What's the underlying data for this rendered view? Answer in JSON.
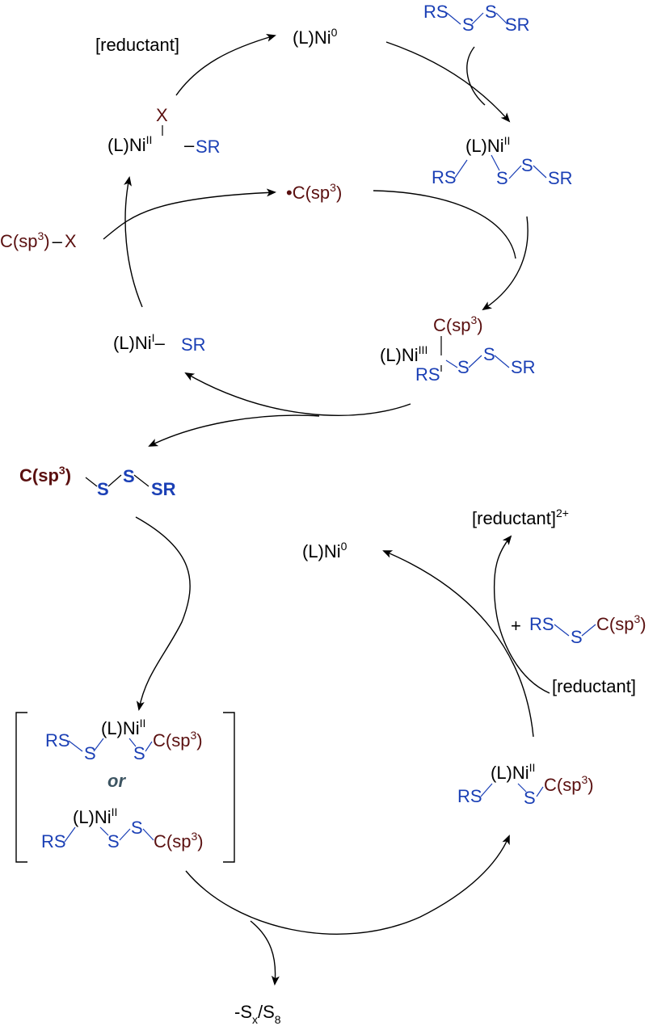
{
  "colors": {
    "black": "#000000",
    "blue": "#1a3fb5",
    "brown": "#5a1010",
    "or": "#3d5562"
  },
  "labels": {
    "ni0_top": "(L)Ni",
    "ni0_top_sup": "0",
    "reductant_top": "[reductant]",
    "trisulfide": {
      "rs": "RS",
      "s1": "S",
      "s2": "S",
      "sr": "SR"
    },
    "niII_top": {
      "l": "(L)Ni",
      "sup": "II",
      "rs": "RS",
      "s1": "S",
      "s2": "S",
      "sr": "SR"
    },
    "radical": {
      "main": "•C(sp",
      "sup": "3",
      "close": ")"
    },
    "alkyl_halide": {
      "main": "C(sp",
      "sup": "3",
      "close": ")",
      "dash": "–",
      "x": "X"
    },
    "niII_x": {
      "x": "X",
      "l": "(L)Ni",
      "sup": "II",
      "dash": "–",
      "sr": "SR"
    },
    "niI": {
      "l": "(L)Ni",
      "sup": "I",
      "dash": "–",
      "sr": "SR"
    },
    "niIII": {
      "csp": "C(sp",
      "sup": "3",
      "close": ")",
      "l": "(L)Ni",
      "supIII": "III",
      "rs": "RS",
      "s1": "S",
      "s2": "S",
      "sr": "SR"
    },
    "product": {
      "csp": "C(sp",
      "sup": "3",
      "close": ")",
      "s1": "S",
      "s2": "S",
      "sr": "SR"
    },
    "ni0_bot": "(L)Ni",
    "ni0_bot_sup": "0",
    "reductant2": {
      "main": "[reductant]",
      "sup": "2+"
    },
    "plus_reagent": {
      "plus": "+",
      "rs": "RS",
      "s": "S",
      "csp": "C(sp",
      "sup": "3",
      "close": ")"
    },
    "reductant_bot": "[reductant]",
    "bracket_a": {
      "rs": "RS",
      "s1": "S",
      "l": "(L)Ni",
      "sup": "II",
      "s2": "S",
      "csp": "C(sp",
      "sup3": "3",
      "close": ")"
    },
    "or": "or",
    "bracket_b": {
      "rs": "RS",
      "l": "(L)Ni",
      "sup": "II",
      "s1": "S",
      "s2": "S",
      "csp": "C(sp",
      "sup3": "3",
      "close": ")"
    },
    "niII_bot_right": {
      "rs": "RS",
      "l": "(L)Ni",
      "sup": "II",
      "s": "S",
      "csp": "C(sp",
      "sup3": "3",
      "close": ")"
    },
    "byproduct": {
      "main": "-S",
      "subx": "x",
      "slash": "/S",
      "sub8": "8"
    }
  }
}
